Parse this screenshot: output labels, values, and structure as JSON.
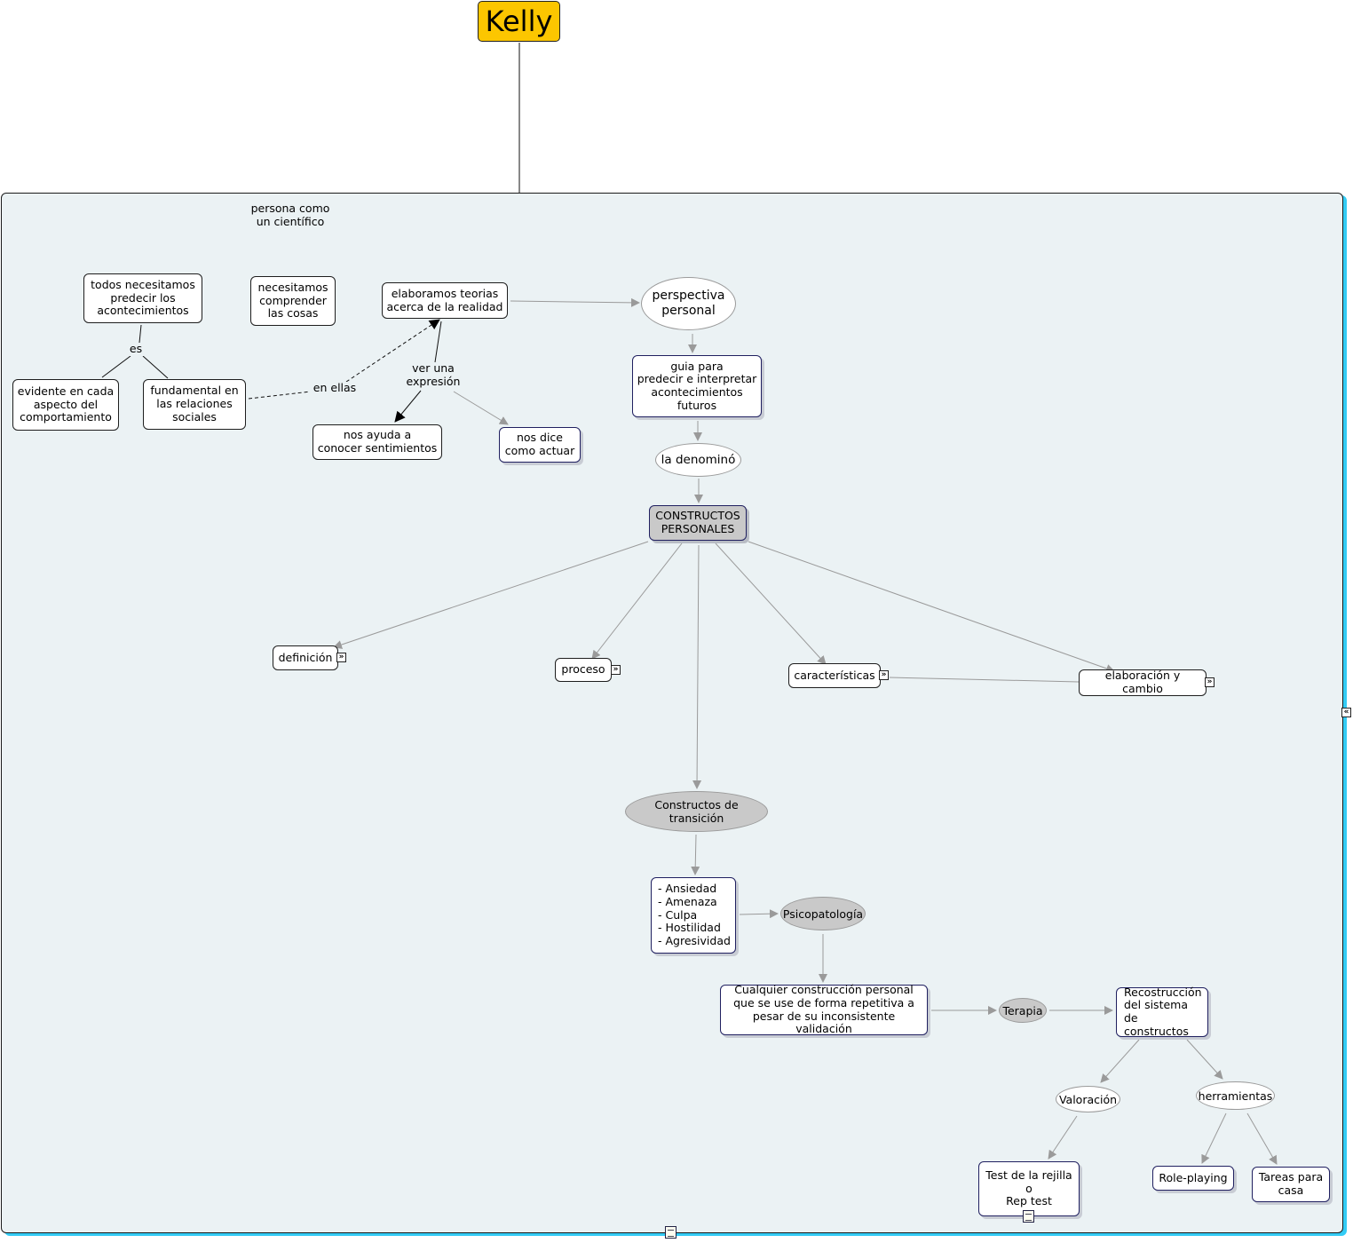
{
  "root": "Kelly",
  "panel_title": "persona como\nun científico",
  "nodes": {
    "todos": "todos necesitamos\npredecir los\nacontecimientos",
    "necesitamos": "necesitamos\ncomprender\nlas cosas",
    "elaboramos": "elaboramos teorias\nacerca de la realidad",
    "perspectiva": "perspectiva\npersonal",
    "evidente": "evidente en cada\naspecto del\ncomportamiento",
    "fundamental": "fundamental en\nlas relaciones\nsociales",
    "guia": "guia para\npredecir e interpretar\nacontecimientos\nfuturos",
    "nos_ayuda": "nos ayuda a\nconocer sentimientos",
    "nos_dice": "nos dice\ncomo actuar",
    "denomino": "la denominó",
    "constructos": "CONSTRUCTOS\nPERSONALES",
    "definicion": "definición",
    "proceso": "proceso",
    "caracteristicas": "características",
    "elaboracion": "elaboración y cambio",
    "transicion": "Constructos de transición",
    "lista": "- Ansiedad\n- Amenaza\n- Culpa\n- Hostilidad\n- Agresividad",
    "psicopatologia": "Psicopatología",
    "cualquier": "Cualquier construcción personal\nque se use de forma repetitiva a\npesar de su inconsistente validación",
    "terapia": "Terapia",
    "reconstruccion": "Recostrucción\ndel sistema de\nconstructos",
    "valoracion": "Valoración",
    "herramientas": "herramientas",
    "test": "Test de la rejilla\no\nRep test",
    "role": "Role-playing",
    "tareas": "Tareas para\ncasa"
  },
  "links": {
    "es": "es",
    "en_ellas": "en ellas",
    "ver_expresion": "ver una\nexpresión"
  },
  "colors": {
    "root_fill": "#fcc600",
    "panel_fill": "#ebf2f4",
    "panel_shadow": "#33ccf5",
    "concept_grey": "#c9c9c9",
    "arrow_grey": "#9a9a9a"
  }
}
